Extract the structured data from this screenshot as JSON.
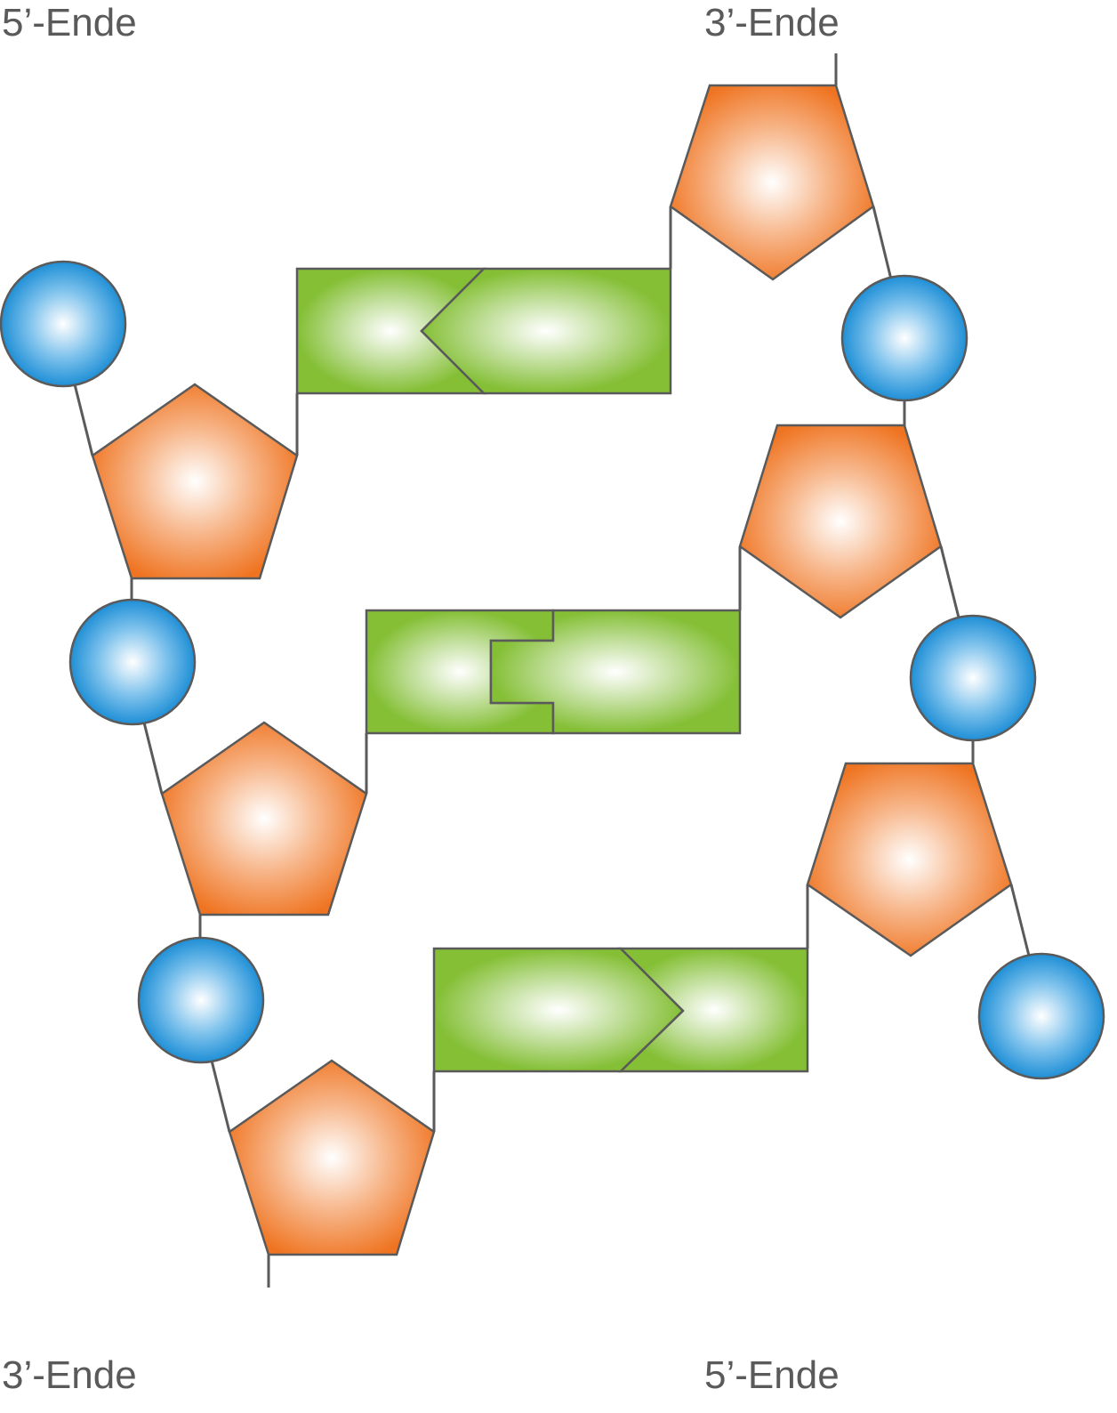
{
  "labels": {
    "top_left": "5’-Ende",
    "top_right": "3’-Ende",
    "bottom_left": "3’-Ende",
    "bottom_right": "5’-Ende"
  },
  "colors": {
    "phosphate": "#1f8fd6",
    "sugar": "#f07a22",
    "base": "#84bf35",
    "outline": "#5a5a5a"
  },
  "legend_shapes": {
    "phosphate": "circle",
    "sugar": "pentagon",
    "base": "rectangle"
  }
}
